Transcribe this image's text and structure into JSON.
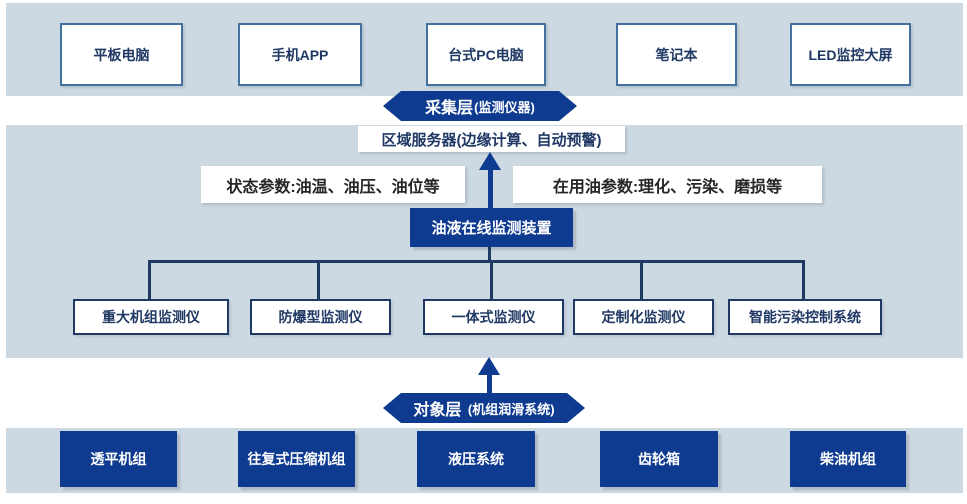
{
  "colors": {
    "band_blue": "#ccd9e2",
    "dark_blue_fill": "#0e3a8f",
    "navy_line": "#1f3864",
    "steel_border": "#41719c",
    "label_text": "#262626"
  },
  "top_row": {
    "items": [
      {
        "label": "平板电脑"
      },
      {
        "label": "手机APP"
      },
      {
        "label": "台式PC电脑"
      },
      {
        "label": "笔记本"
      },
      {
        "label": "LED监控大屏"
      }
    ]
  },
  "collect_banner": {
    "title": "采集层",
    "subtitle": "(监测仪器)"
  },
  "server_box": {
    "label": "区域服务器(边缘计算、自动预警)"
  },
  "params": {
    "left": "状态参数:油温、油压、油位等",
    "right": "在用油参数:理化、污染、磨损等"
  },
  "device_box": {
    "label": "油液在线监测装置"
  },
  "monitor_row": {
    "items": [
      {
        "label": "重大机组监测仪"
      },
      {
        "label": "防爆型监测仪"
      },
      {
        "label": "一体式监测仪"
      },
      {
        "label": "定制化监测仪"
      },
      {
        "label": "智能污染控制系统"
      }
    ]
  },
  "object_banner": {
    "title": "对象层",
    "subtitle": "(机组润滑系统)"
  },
  "bottom_row": {
    "items": [
      {
        "label": "透平机组"
      },
      {
        "label": "往复式压缩机组"
      },
      {
        "label": "液压系统"
      },
      {
        "label": "齿轮箱"
      },
      {
        "label": "柴油机组"
      }
    ]
  }
}
